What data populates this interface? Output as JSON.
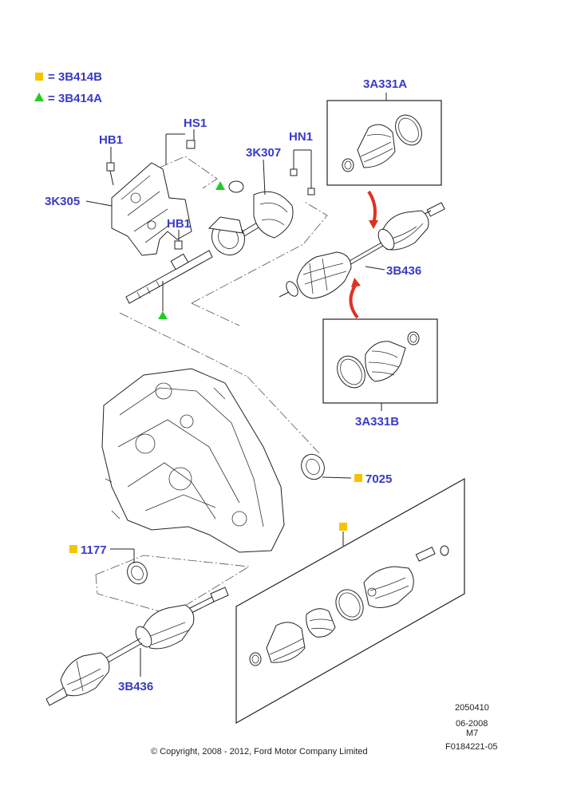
{
  "legend": [
    {
      "marker": "square",
      "color": "#f5c400",
      "text": "= 3B414B"
    },
    {
      "marker": "triangle",
      "color": "#22cc22",
      "text": "= 3B414A"
    }
  ],
  "callouts": {
    "a3331a": "3A331A",
    "hs1": "HS1",
    "hb1_top": "HB1",
    "hn1": "HN1",
    "k3307": "3K307",
    "k3305": "3K305",
    "hb1_mid": "HB1",
    "b3436_top": "3B436",
    "a3331b": "3A331B",
    "n7025": "7025",
    "n1177": "1177",
    "b3436_bottom": "3B436"
  },
  "meta": {
    "code": "2050410",
    "date": "06-2008",
    "model": "M7",
    "ref": "F0184221-05"
  },
  "copyright": "© Copyright, 2008 - 2012, Ford Motor Company Limited",
  "colors": {
    "callout": "#3a3ac8",
    "square": "#f5c400",
    "triangle": "#22cc22",
    "arrow": "#e03020"
  }
}
